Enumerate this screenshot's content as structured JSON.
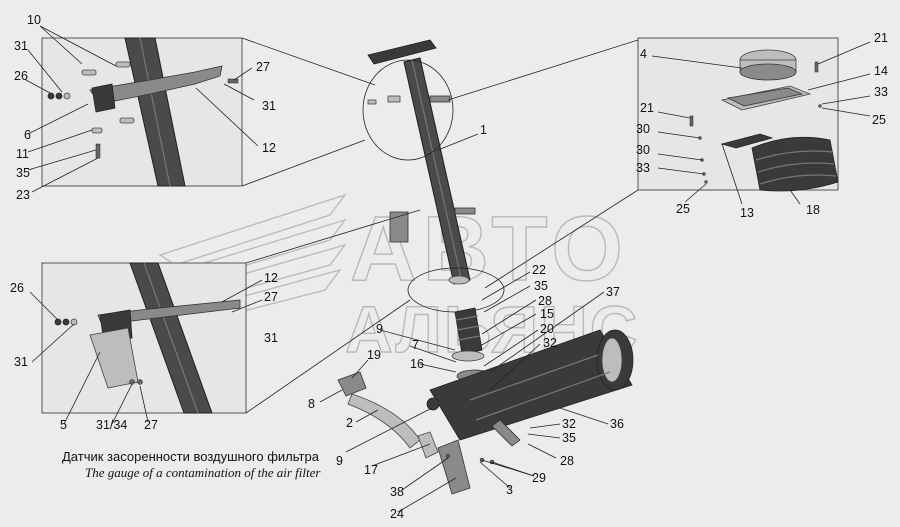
{
  "caption": {
    "ru": "Датчик засоренности воздушного фильтра",
    "en": "The gauge of a contamination of  the air filter"
  },
  "watermark": {
    "line1": "АВТО",
    "line2": "АЛЬЯНС"
  },
  "labels": {
    "tl_10": "10",
    "tl_31a": "31",
    "tl_26": "26",
    "tl_27": "27",
    "tl_31b": "31",
    "tl_6": "6",
    "tl_11": "11",
    "tl_35": "35",
    "tl_23": "23",
    "tl_12": "12",
    "tr_4": "4",
    "tr_21a": "21",
    "tr_14": "14",
    "tr_33a": "33",
    "tr_25a": "25",
    "tr_21b": "21",
    "tr_30a": "30",
    "tr_30b": "30",
    "tr_33b": "33",
    "tr_25b": "25",
    "tr_13": "13",
    "tr_18": "18",
    "c_1": "1",
    "bl_26": "26",
    "bl_12": "12",
    "bl_27a": "27",
    "bl_31a": "31",
    "bl_31b": "31",
    "bl_5": "5",
    "bl_3134": "31/34",
    "bl_27b": "27",
    "m_22": "22",
    "m_35": "35",
    "m_28a": "28",
    "m_15": "15",
    "m_20": "20",
    "m_37": "37",
    "m_9a": "9",
    "m_7": "7",
    "m_32a": "32",
    "m_16": "16",
    "m_19": "19",
    "m_8": "8",
    "m_2": "2",
    "m_36": "36",
    "m_32b": "32",
    "m_35b": "35",
    "m_28b": "28",
    "m_9b": "9",
    "m_17": "17",
    "m_29": "29",
    "m_38": "38",
    "m_3": "3",
    "m_24": "24"
  }
}
